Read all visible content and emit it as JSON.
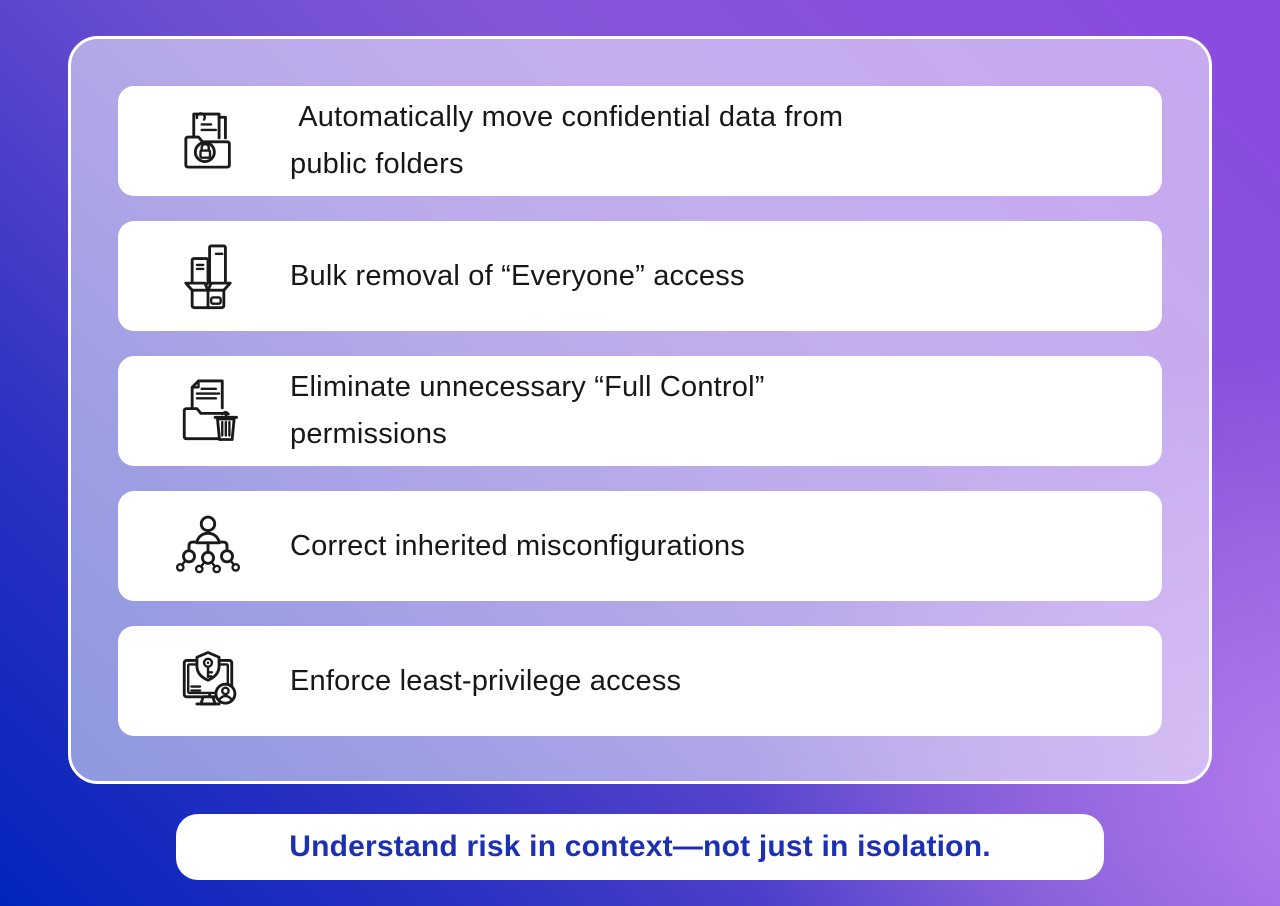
{
  "panel": {
    "items": [
      {
        "icon": "folder-lock-document-icon",
        "text": " Automatically move confidential data from\npublic folders"
      },
      {
        "icon": "box-books-icon",
        "text": "Bulk removal of “Everyone” access"
      },
      {
        "icon": "folder-document-trash-icon",
        "text": "Eliminate unnecessary “Full Control”\npermissions"
      },
      {
        "icon": "user-hierarchy-icon",
        "text": "Correct inherited misconfigurations"
      },
      {
        "icon": "monitor-shield-key-icon",
        "text": "Enforce least-privilege access"
      }
    ]
  },
  "footer": {
    "text": "Understand risk in context—not just in isolation."
  },
  "colors": {
    "background_blue": "#0224ba",
    "background_purple": "#8b4ae0",
    "background_light_purple": "#aa6ee4",
    "panel_fill": "rgba(255,255,255,0.52)",
    "card_fill": "#ffffff",
    "item_text": "#171717",
    "footer_text": "#1c30b4",
    "icon_stroke": "#1a1a1a"
  }
}
